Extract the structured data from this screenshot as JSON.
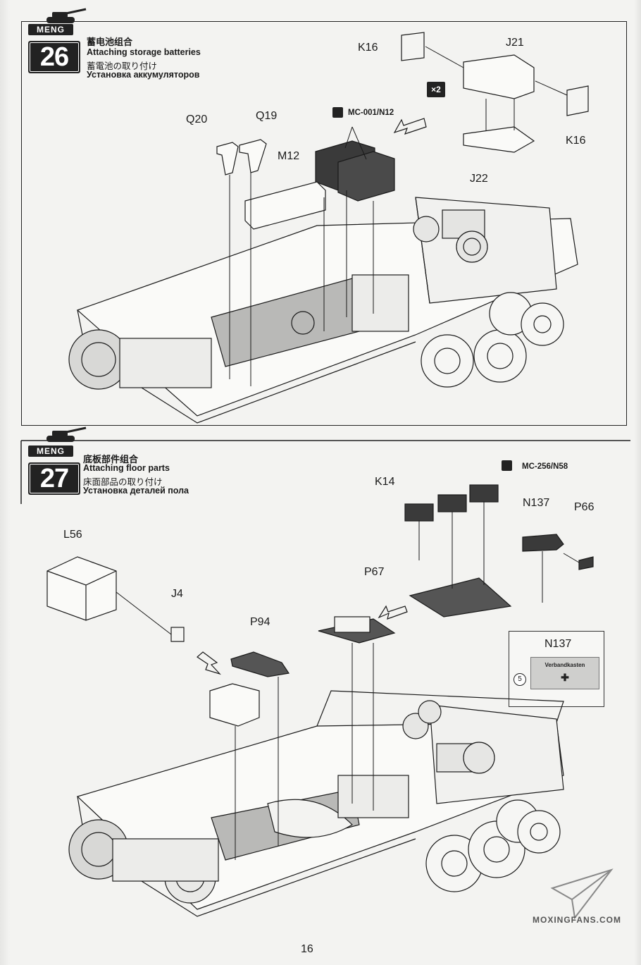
{
  "step26": {
    "brand": "MENG",
    "number": "26",
    "title_cn": "蓄电池组合",
    "title_en": "Attaching storage batteries",
    "title_jp": "蓄電池の取り付け",
    "title_ru": "Установка аккумуляторов",
    "paint": "MC-001/N12",
    "multiplier": "×2",
    "parts": [
      "K16",
      "J21",
      "K16",
      "J22",
      "Q20",
      "Q19",
      "M12"
    ]
  },
  "step27": {
    "brand": "MENG",
    "number": "27",
    "title_cn": "底板部件组合",
    "title_en": "Attaching floor parts",
    "title_jp": "床面部品の取り付け",
    "title_ru": "Установка деталей пола",
    "paint": "MC-256/N58",
    "parts": [
      "K14",
      "N137",
      "P66",
      "P67",
      "L56",
      "J4",
      "P94"
    ],
    "detail": {
      "part": "N137",
      "callout": "5",
      "decal_text": "Verbandkasten"
    }
  },
  "footer": {
    "page_number": "16",
    "watermark": "MOXINGFANS.COM"
  },
  "colors": {
    "line": "#1a1a1a",
    "dark_part": "#3a3a3a",
    "paper": "#f3f3f1"
  }
}
